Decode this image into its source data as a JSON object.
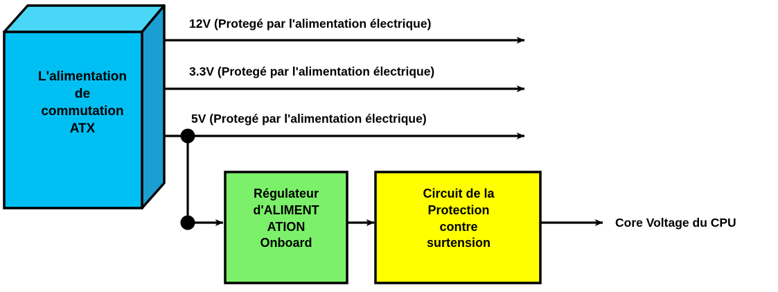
{
  "diagram": {
    "title": "ATX power distribution block diagram",
    "colors": {
      "psu_front": "#00c0f3",
      "psu_top": "#4ad6f7",
      "psu_side": "#1b9ed1",
      "regulator_fill": "#7cf06a",
      "ovp_fill": "#ffff00",
      "stroke": "#000000",
      "text": "#000000",
      "background": "#ffffff"
    },
    "nodes": {
      "psu": {
        "name": "switching-power-supply",
        "label": "L'alimentation\nde\ncommutation\nATX"
      },
      "regulator": {
        "name": "onboard-voltage-regulator",
        "label": "Régulateur\nd'ALIMENT\nATION\nOnboard"
      },
      "ovp": {
        "name": "overvoltage-protection-circuit",
        "label": "Circuit de la\nProtection\ncontre\nsurtension"
      }
    },
    "rails": [
      {
        "id": "rail-12v",
        "voltage": "12V",
        "label": "12V (Protegé par l'alimentation électrique)"
      },
      {
        "id": "rail-3v3",
        "voltage": "3.3V",
        "label": "3.3V (Protegé par l'alimentation électrique)"
      },
      {
        "id": "rail-5v",
        "voltage": "5V",
        "label": "5V (Protegé par l'alimentation électrique)"
      }
    ],
    "output": {
      "id": "cpu-core-voltage",
      "label": "Core Voltage du CPU"
    }
  }
}
